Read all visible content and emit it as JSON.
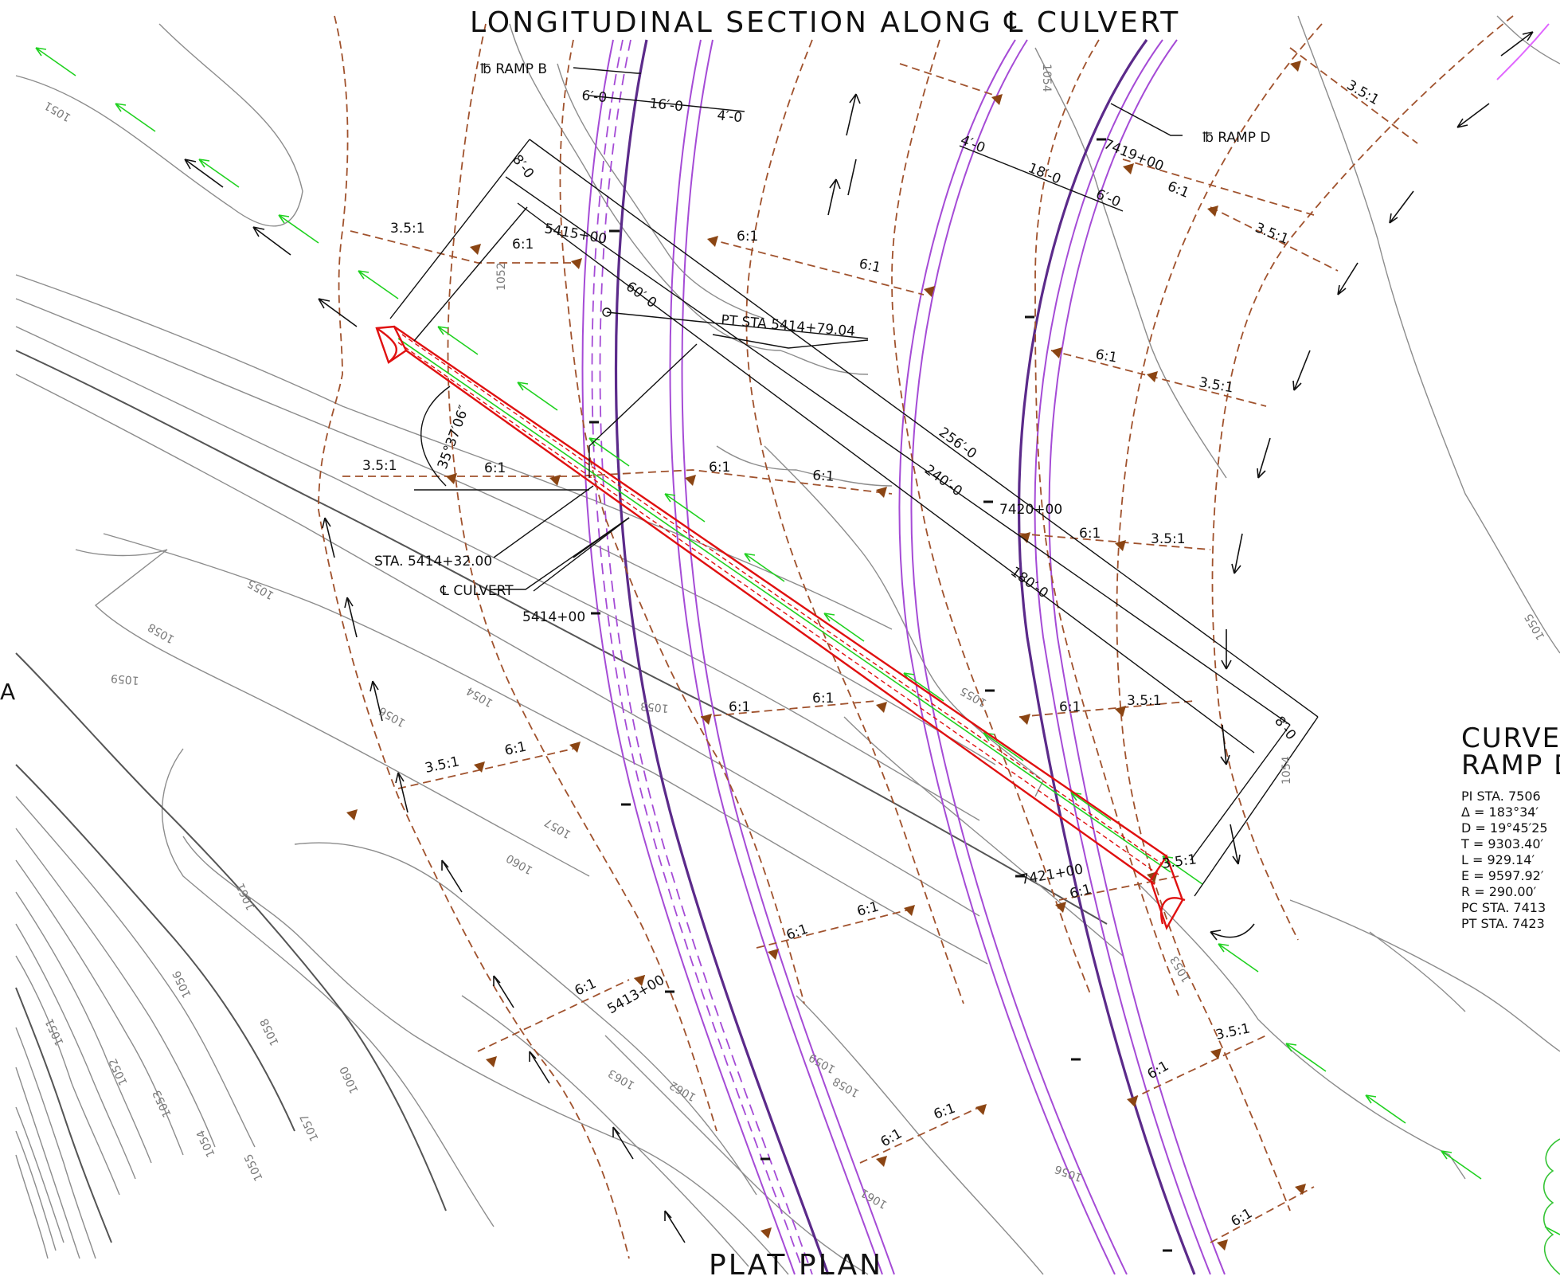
{
  "title": "LONGITUDINAL SECTION ALONG ℄ CULVERT",
  "footer": "PLAT PLAN",
  "edge_letter": "A",
  "labels": {
    "ramp_b": "℔ RAMP B",
    "ramp_d": "℔ RAMP D",
    "pt_sta": "PT STA 5414+79.04",
    "sta_culvert": "STA. 5414+32.00",
    "cl_culvert": "℄ CULVERT",
    "angle": "35°37′06″"
  },
  "dimensions": {
    "d1": "6′-0",
    "d2": "16′-0",
    "d3": "4′-0",
    "d4": "4′-0",
    "d5": "18′-0",
    "d6": "6′-0",
    "d7": "8′-0",
    "d8": "60′-0",
    "d9": "256′-0",
    "d10": "240′-0",
    "d11": "180′-0",
    "d12": "8′-0"
  },
  "stations": {
    "s1": "5415+00",
    "s2": "5414+00",
    "s3": "5413+00",
    "s4": "7419+00",
    "s5": "7420+00",
    "s6": "7421+00"
  },
  "slopes": [
    "3.5:1",
    "6:1"
  ],
  "contours": [
    "1051",
    "1052",
    "1053",
    "1054",
    "1055",
    "1056",
    "1057",
    "1058",
    "1059",
    "1060",
    "1061",
    "1062",
    "1063"
  ],
  "curve_data": {
    "heading1": "CURVE",
    "heading2": "RAMP D",
    "rows": [
      "PI STA. 7506",
      "Δ = 183°34′",
      "D = 19°45′25",
      "T = 9303.40′",
      "L = 929.14′",
      "E = 9597.92′",
      "R = 290.00′",
      "PC STA. 7413",
      "PT STA. 7423"
    ]
  }
}
